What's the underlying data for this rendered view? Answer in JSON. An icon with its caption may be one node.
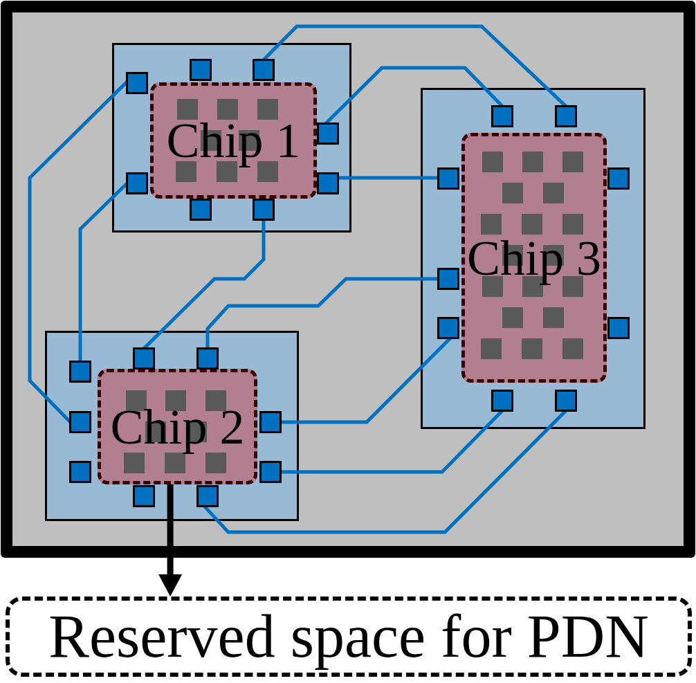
{
  "diagram": {
    "nodes": [
      {
        "text": [],
        "shape": "box"
      },
      {
        "text": [],
        "shape": "box",
        "in": 0
      },
      {
        "text": [
          "Chip 1"
        ],
        "in": 1
      },
      {
        "text": [],
        "shape": "box",
        "in": 1
      },
      {
        "text": [],
        "shape": "box",
        "in": 1
      },
      {
        "text": [],
        "shape": "box",
        "in": 1
      },
      {
        "text": [],
        "shape": "box",
        "in": 1
      },
      {
        "text": [],
        "shape": "box",
        "in": 1
      },
      {
        "text": [],
        "shape": "box",
        "in": 1
      },
      {
        "text": [],
        "shape": "box",
        "in": 1
      },
      {
        "text": [],
        "shape": "box",
        "in": 1
      },
      {
        "text": [],
        "shape": "box",
        "in": 0
      },
      {
        "text": [
          "Chip 3"
        ],
        "in": 11
      },
      {
        "text": [],
        "shape": "box",
        "in": 11
      },
      {
        "text": [],
        "shape": "box",
        "in": 11
      },
      {
        "text": [],
        "shape": "box",
        "in": 11
      },
      {
        "text": [],
        "shape": "box",
        "in": 11
      },
      {
        "text": [],
        "shape": "box",
        "in": 11
      },
      {
        "text": [],
        "shape": "box",
        "in": 11
      },
      {
        "text": [],
        "shape": "box",
        "in": 11
      },
      {
        "text": [],
        "shape": "box",
        "in": 11
      },
      {
        "text": [],
        "shape": "box",
        "in": 11
      },
      {
        "text": [],
        "shape": "box",
        "in": 0
      },
      {
        "text": [
          "Chip 2"
        ],
        "in": 22
      },
      {
        "text": [],
        "shape": "box",
        "in": 22
      },
      {
        "text": [],
        "shape": "box",
        "in": 22
      },
      {
        "text": [],
        "shape": "box",
        "in": 22
      },
      {
        "text": [],
        "shape": "box",
        "in": 22
      },
      {
        "text": [],
        "shape": "box",
        "in": 22
      },
      {
        "text": [],
        "shape": "box",
        "in": 22
      },
      {
        "text": [],
        "shape": "box",
        "in": 22
      },
      {
        "text": [],
        "shape": "box",
        "in": 22
      },
      {
        "text": [],
        "shape": "box",
        "in": 22
      },
      {
        "text": [
          "Reserved space for PDN"
        ]
      }
    ],
    "edges": [
      {
        "from": 4,
        "to": 14,
        "arrow": "none"
      },
      {
        "from": 6,
        "to": 13,
        "arrow": "none"
      },
      {
        "from": 8,
        "to": 15,
        "arrow": "none"
      },
      {
        "from": 5,
        "to": 27,
        "arrow": "none"
      },
      {
        "from": 7,
        "to": 26,
        "arrow": "none"
      },
      {
        "from": 10,
        "to": 24,
        "arrow": "none"
      },
      {
        "from": 17,
        "to": 25,
        "arrow": "none"
      },
      {
        "from": 18,
        "to": 28,
        "arrow": "none"
      },
      {
        "from": 20,
        "to": 30,
        "arrow": "none"
      },
      {
        "from": 21,
        "to": 32,
        "arrow": "none"
      },
      {
        "from": 23,
        "to": 33,
        "arrow": "to",
        "style": "thick",
        "color": "#000000"
      }
    ]
  }
}
